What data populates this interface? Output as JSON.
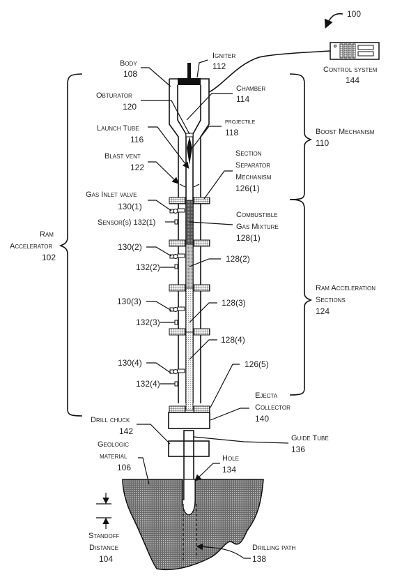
{
  "figure": {
    "reference": "100",
    "labels": {
      "body": {
        "name": "Body",
        "num": "108"
      },
      "igniter": {
        "name": "Igniter",
        "num": "112"
      },
      "obturator": {
        "name": "Obturator",
        "num": "120"
      },
      "chamber": {
        "name": "Chamber",
        "num": "114"
      },
      "launch_tube": {
        "name": "Launch Tube",
        "num": "116"
      },
      "projectile": {
        "name": "projectile",
        "num": "118"
      },
      "blast_vent": {
        "name": "Blast vent",
        "num": "122"
      },
      "section_separator": {
        "line1": "Section",
        "line2": "Separator",
        "line3": "Mechanism",
        "num": "126(1)"
      },
      "gas_inlet_valve": {
        "name": "Gas Inlet valve",
        "num": "130(1)"
      },
      "sensor": {
        "name": "Sensor(s) 132(1)"
      },
      "combustible_gas": {
        "line1": "Combustible",
        "line2": "Gas Mixture",
        "num": "128(1)"
      },
      "control_system": {
        "name": "Control system",
        "num": "144"
      },
      "boost_mechanism": {
        "name": "Boost Mechanism",
        "num": "110"
      },
      "ram_accelerator": {
        "line1": "Ram",
        "line2": "Accelerator",
        "num": "102"
      },
      "ram_acceleration_sections": {
        "line1": "Ram Acceleration",
        "line2": "Sections",
        "num": "124"
      },
      "valve_2": "130(2)",
      "valve_3": "130(3)",
      "valve_4": "130(4)",
      "sensor_2": "132(2)",
      "sensor_3": "132(3)",
      "sensor_4": "132(4)",
      "gas_2": "128(2)",
      "gas_3": "128(3)",
      "gas_4": "128(4)",
      "separator_5": "126(5)",
      "ejecta_collector": {
        "line1": "Ejecta",
        "line2": "Collector",
        "num": "140"
      },
      "drill_chuck": {
        "name": "Drill chuck",
        "num": "142"
      },
      "guide_tube": {
        "name": "Guide Tube",
        "num": "136"
      },
      "geologic_material": {
        "line1": "Geologic",
        "line2": "material",
        "num": "106"
      },
      "hole": {
        "name": "Hole",
        "num": "134"
      },
      "standoff_distance": {
        "line1": "Standoff",
        "line2": "Distance",
        "num": "104"
      },
      "drilling_path": {
        "name": "Drilling path",
        "num": "138"
      }
    }
  }
}
